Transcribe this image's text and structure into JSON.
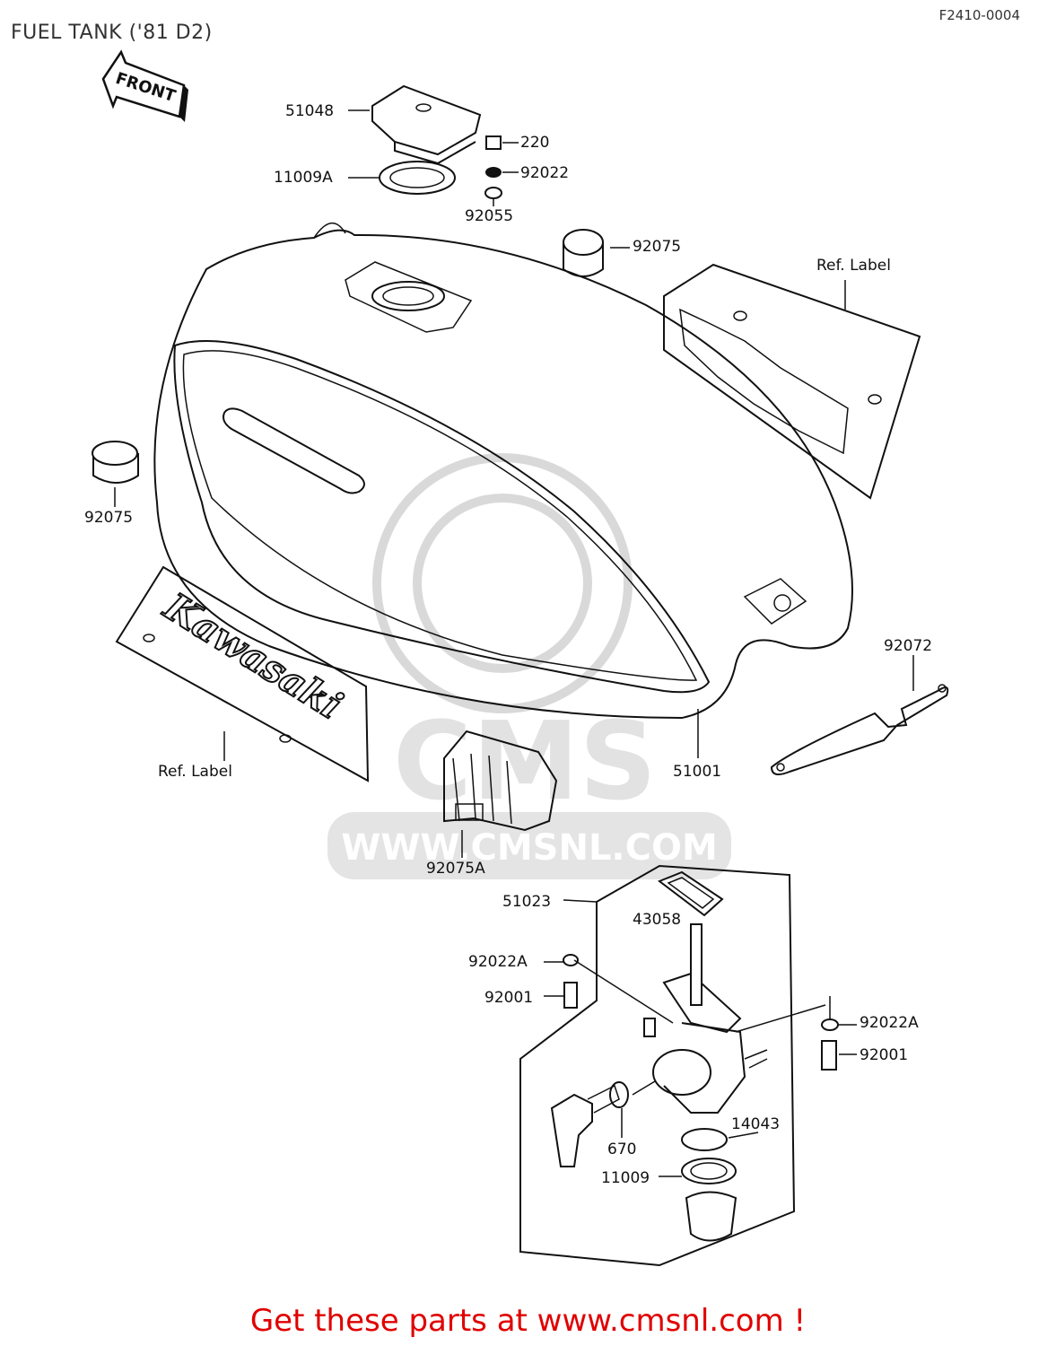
{
  "header": {
    "title": "FUEL TANK ('81 D2)",
    "code": "F2410-0004"
  },
  "front_arrow": "FRONT",
  "watermark": {
    "brand": "CMS",
    "url": "WWW.CMSNL.COM"
  },
  "tank_logo": "Kawasaki",
  "parts": {
    "p51048": "51048",
    "p220": "220",
    "p92022": "92022",
    "p11009A": "11009A",
    "p92055": "92055",
    "p92075_top": "92075",
    "ref_label_right": "Ref.  Label",
    "p92075_left": "92075",
    "p92072": "92072",
    "ref_label_left": "Ref.  Label",
    "p51001": "51001",
    "p92075A": "92075A",
    "p51023": "51023",
    "p43058": "43058",
    "p92022A_left": "92022A",
    "p92001_left": "92001",
    "p92022A_right": "92022A",
    "p92001_right": "92001",
    "p14043": "14043",
    "p670": "670",
    "p11009": "11009"
  },
  "footer": "Get these parts at www.cmsnl.com !"
}
